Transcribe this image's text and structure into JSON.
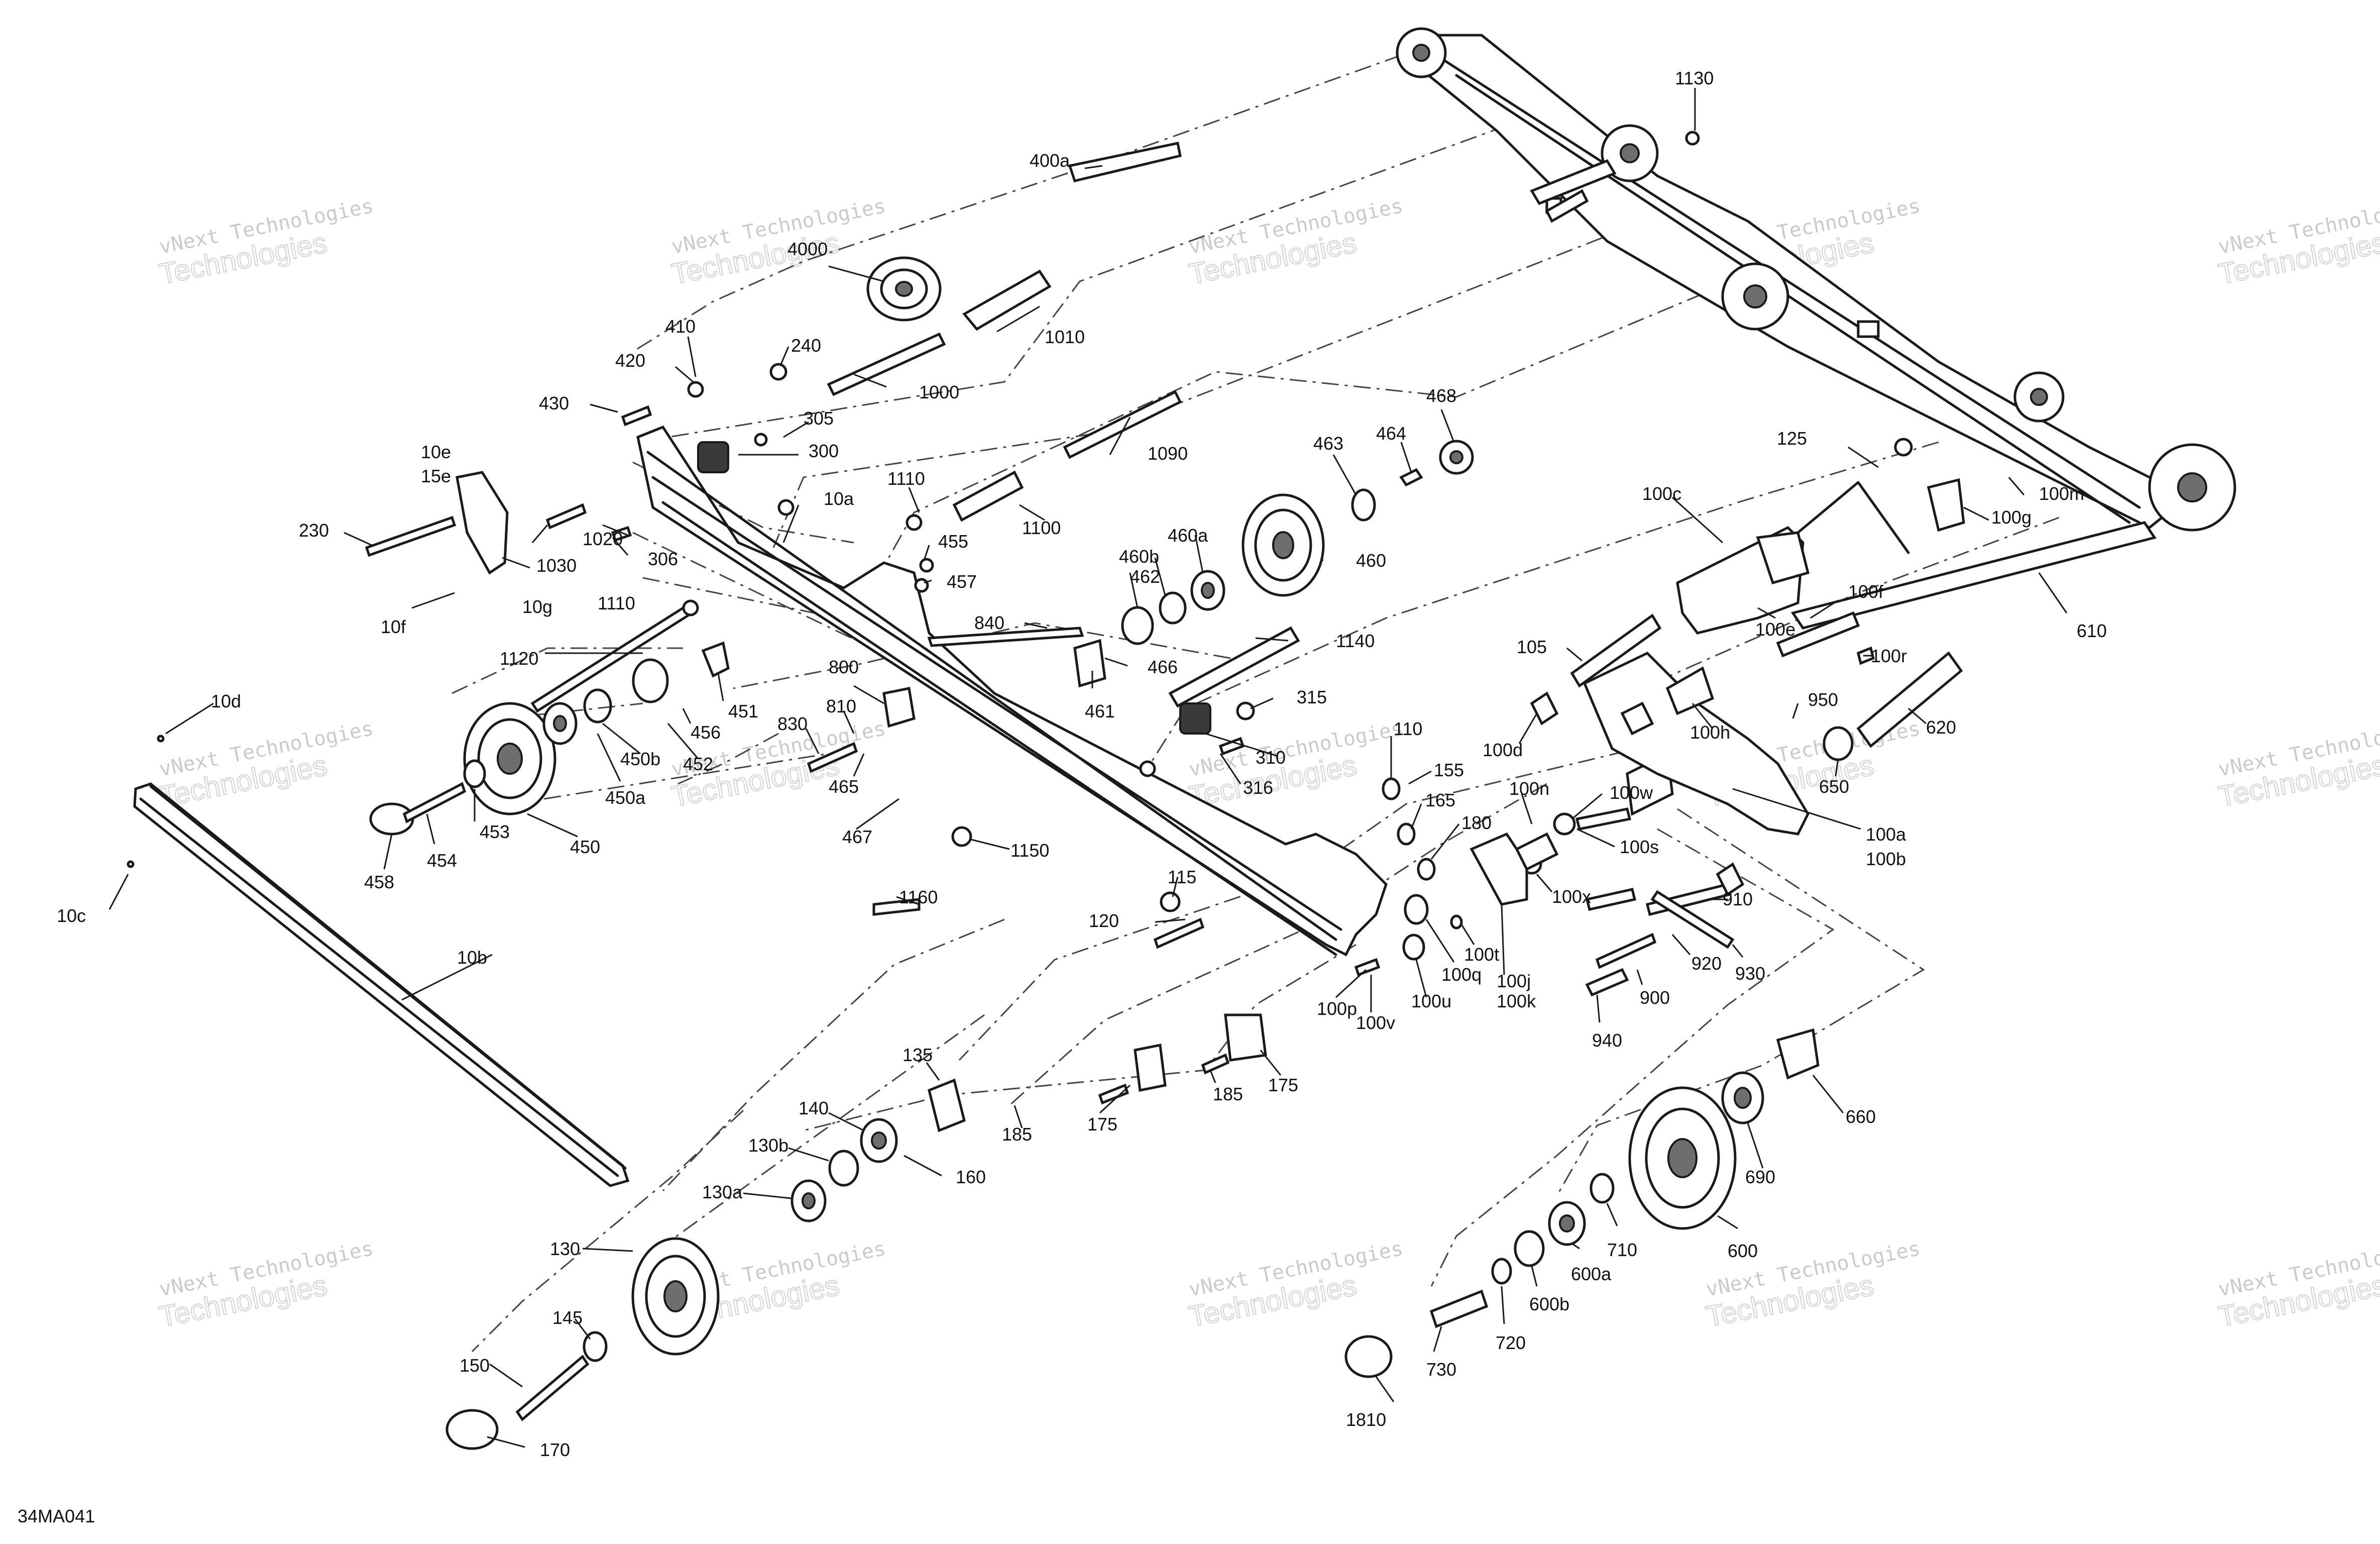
{
  "diagram_code": "34MA041",
  "watermark": {
    "line1": "vNext Technologies",
    "line2": "Technologies",
    "small": "vNext"
  },
  "labels": {
    "l400a": "400a",
    "l1130": "1130",
    "l4000": "4000",
    "l1010": "1010",
    "l410": "410",
    "l240": "240",
    "l420": "420",
    "l1000": "1000",
    "l430": "430",
    "l305": "305",
    "l300": "300",
    "l10e": "10e",
    "l15e": "15e",
    "l1090": "1090",
    "l468": "468",
    "l463": "463",
    "l464": "464",
    "l125": "125",
    "l1110a": "1110",
    "l10a": "10a",
    "l230": "230",
    "l1030": "1030",
    "l1020": "1020",
    "l306": "306",
    "l1100": "1100",
    "l455": "455",
    "l457": "457",
    "l460a": "460a",
    "l460b": "460b",
    "l460": "460",
    "l462": "462",
    "l100c": "100c",
    "l100m": "100m",
    "l100g": "100g",
    "l10g": "10g",
    "l10f": "10f",
    "l1110b": "1110",
    "l840": "840",
    "l1140": "1140",
    "l466": "466",
    "l461": "461",
    "l100f": "100f",
    "l100e": "100e",
    "l610": "610",
    "l1120": "1120",
    "l800": "800",
    "l451": "451",
    "l456": "456",
    "l100r": "100r",
    "l105": "105",
    "l10d": "10d",
    "l315": "315",
    "l810": "810",
    "l830": "830",
    "l452": "452",
    "l450b": "450b",
    "l110": "110",
    "l100h": "100h",
    "l950": "950",
    "l620": "620",
    "l310": "310",
    "l100d": "100d",
    "l465": "465",
    "l316": "316",
    "l155": "155",
    "l650": "650",
    "l450a": "450a",
    "l453": "453",
    "l454": "454",
    "l450": "450",
    "l467": "467",
    "l165": "165",
    "l100n": "100n",
    "l100w": "100w",
    "l100a": "100a",
    "l100b": "100b",
    "l180": "180",
    "l458": "458",
    "l1150": "1150",
    "l100s": "100s",
    "l10c": "10c",
    "l1160": "1160",
    "l115": "115",
    "l100x": "100x",
    "l910": "910",
    "l120": "120",
    "l100t": "100t",
    "l10b": "10b",
    "l100q": "100q",
    "l920": "920",
    "l930": "930",
    "l100j": "100j",
    "l100k": "100k",
    "l900": "900",
    "l100p": "100p",
    "l100u": "100u",
    "l100v": "100v",
    "l940": "940",
    "l135": "135",
    "l175a": "175",
    "l175b": "175",
    "l185a": "185",
    "l185b": "185",
    "l660": "660",
    "l140": "140",
    "l130b": "130b",
    "l160": "160",
    "l690": "690",
    "l130a": "130a",
    "l710": "710",
    "l600": "600",
    "l600a": "600a",
    "l130": "130",
    "l600b": "600b",
    "l720": "720",
    "l145": "145",
    "l150": "150",
    "l730": "730",
    "l1810": "1810",
    "l170": "170"
  }
}
